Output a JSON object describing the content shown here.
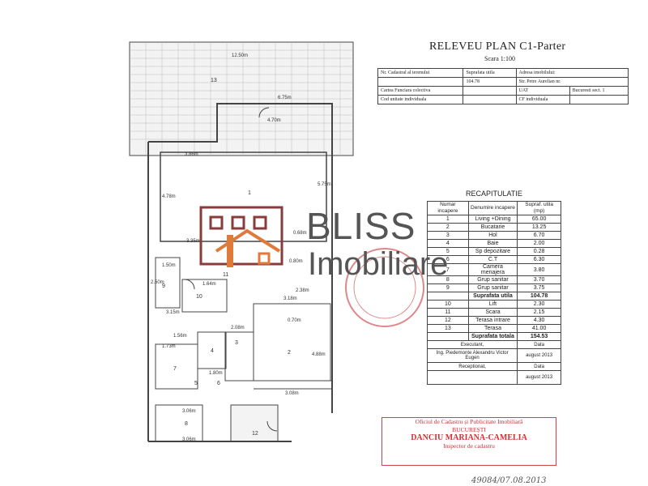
{
  "header": {
    "title": "RELEVEU PLAN  C1-Parter",
    "scale": "Scara 1:100"
  },
  "info_table": {
    "r1": [
      "Nr. Cadastral al terenului",
      "Suprafata utila",
      "Adresa imobilului:"
    ],
    "r2": [
      "",
      "104.78",
      "Str. Petre Aurelian nr."
    ],
    "r3": [
      "Cartea Funciara colectiva",
      "",
      "UAT",
      "Bucuresti sect. 1"
    ],
    "r4": [
      "Cod unitate individuala",
      "",
      "CF individuala",
      ""
    ]
  },
  "recap": {
    "title": "RECAPITULATIE",
    "headers": [
      "Numar incapere",
      "Denumire incapere",
      "Supraf. utila (mp)"
    ],
    "rows": [
      {
        "nr": "1",
        "name": "Living +Dining",
        "area": "65.00"
      },
      {
        "nr": "2",
        "name": "Bucatarie",
        "area": "13.25"
      },
      {
        "nr": "3",
        "name": "Hol",
        "area": "6.70"
      },
      {
        "nr": "4",
        "name": "Baie",
        "area": "2.00"
      },
      {
        "nr": "5",
        "name": "Sp depozitare",
        "area": "0.28"
      },
      {
        "nr": "6",
        "name": "C.T",
        "area": "6.30"
      },
      {
        "nr": "7",
        "name": "Camera menajera",
        "area": "3.80"
      },
      {
        "nr": "8",
        "name": "Grup sanitar",
        "area": "3.70"
      },
      {
        "nr": "9",
        "name": "Grup sanitar",
        "area": "3.75"
      }
    ],
    "useful_label": "Suprafata utila",
    "useful_value": "104.78",
    "extra_rows": [
      {
        "nr": "10",
        "name": "Lift",
        "area": "2.30"
      },
      {
        "nr": "11",
        "name": "Scara",
        "area": "2.15"
      },
      {
        "nr": "12",
        "name": "Terasa intrare",
        "area": "4.30"
      },
      {
        "nr": "13",
        "name": "Terasa",
        "area": "41.00"
      }
    ],
    "total_label": "Suprafata totala",
    "total_value": "154.53",
    "executant_label": "Executant,",
    "data_label": "Data",
    "executant_name": "Ing. Piedemonte Alexandru Victor Eugen",
    "executant_date": "august 2013",
    "receptionat_label": "Receptionat,",
    "receptionat_date": "august 2013"
  },
  "stamp": {
    "line1": "Oficiul de Cadastru și Publicitate Imobiliară",
    "line2": "BUCUREȘTI",
    "line3": "DANCIU MARIANA-CAMELIA",
    "line4": "Inspector de cadastru"
  },
  "handwriting": "49084/07.08.2013",
  "logo": {
    "line1": "BLISS",
    "line2": "Imobiliare",
    "accent": "#e07a3a",
    "frame": "#8a3b3b"
  },
  "plan_labels": {
    "top_width": "12.50m",
    "inner_top": "6.75m",
    "r1_w": "4.70m",
    "r1_h": "5.75m",
    "left_h": "4.78m",
    "left_w": "3.86m",
    "w335": "3.35m",
    "w150": "1.50m",
    "w164": "1.64m",
    "w318": "3.18m",
    "w238": "2.38m",
    "w208": "2.08m",
    "w173": "1.73m",
    "w180": "1.80m",
    "w306a": "3.06m",
    "w306b": "3.06m",
    "w308": "3.08m",
    "w080": "0.80m",
    "w068": "0.68m",
    "w070": "0.70m",
    "w250": "2.50m",
    "w315": "3.15m",
    "w156": "1.56m",
    "w488": "4.88m",
    "room1": "1",
    "room2": "2",
    "room3": "3",
    "room4": "4",
    "room5": "5",
    "room6": "6",
    "room7": "7",
    "room8": "8",
    "room9": "9",
    "room10": "10",
    "room11": "11",
    "room12": "12",
    "room13": "13"
  }
}
